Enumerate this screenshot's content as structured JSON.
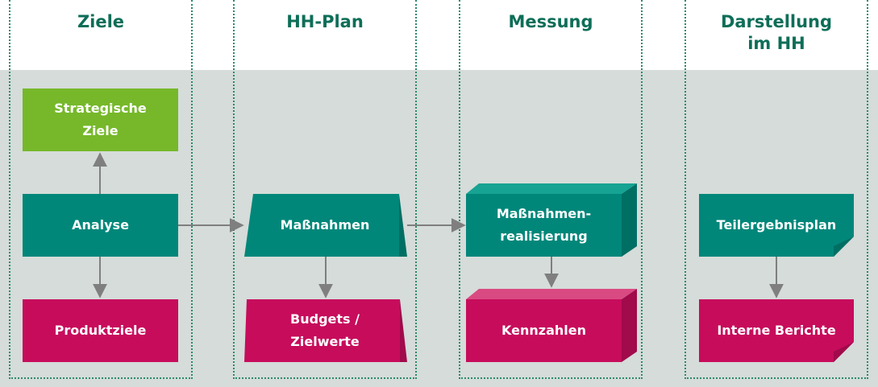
{
  "columns": [
    {
      "heading": "Ziele"
    },
    {
      "heading": "HH-Plan"
    },
    {
      "heading": "Messung"
    },
    {
      "heading": "Darstellung\nim HH"
    }
  ],
  "nodes": {
    "strategische_ziele": "Strategische\nZiele",
    "analyse": "Analyse",
    "produktziele": "Produktziele",
    "massnahmen": "Maßnahmen",
    "budgets": "Budgets /\nZielwerte",
    "massnahmen_realisierung": "Maßnahmen-\nrealisierung",
    "kennzahlen": "Kennzahlen",
    "teilergebnisplan": "Teilergebnisplan",
    "interne_berichte": "Interne Berichte"
  },
  "colors": {
    "heading": "#0d6e58",
    "teal": "#00877a",
    "teal_dark": "#006f63",
    "teal_light": "#16a393",
    "magenta": "#c70c5c",
    "magenta_dark": "#a10a4b",
    "magenta_light": "#d94a82",
    "green": "#76b82a",
    "arrow": "#7f7f7f",
    "band": "#d5dcd9"
  }
}
